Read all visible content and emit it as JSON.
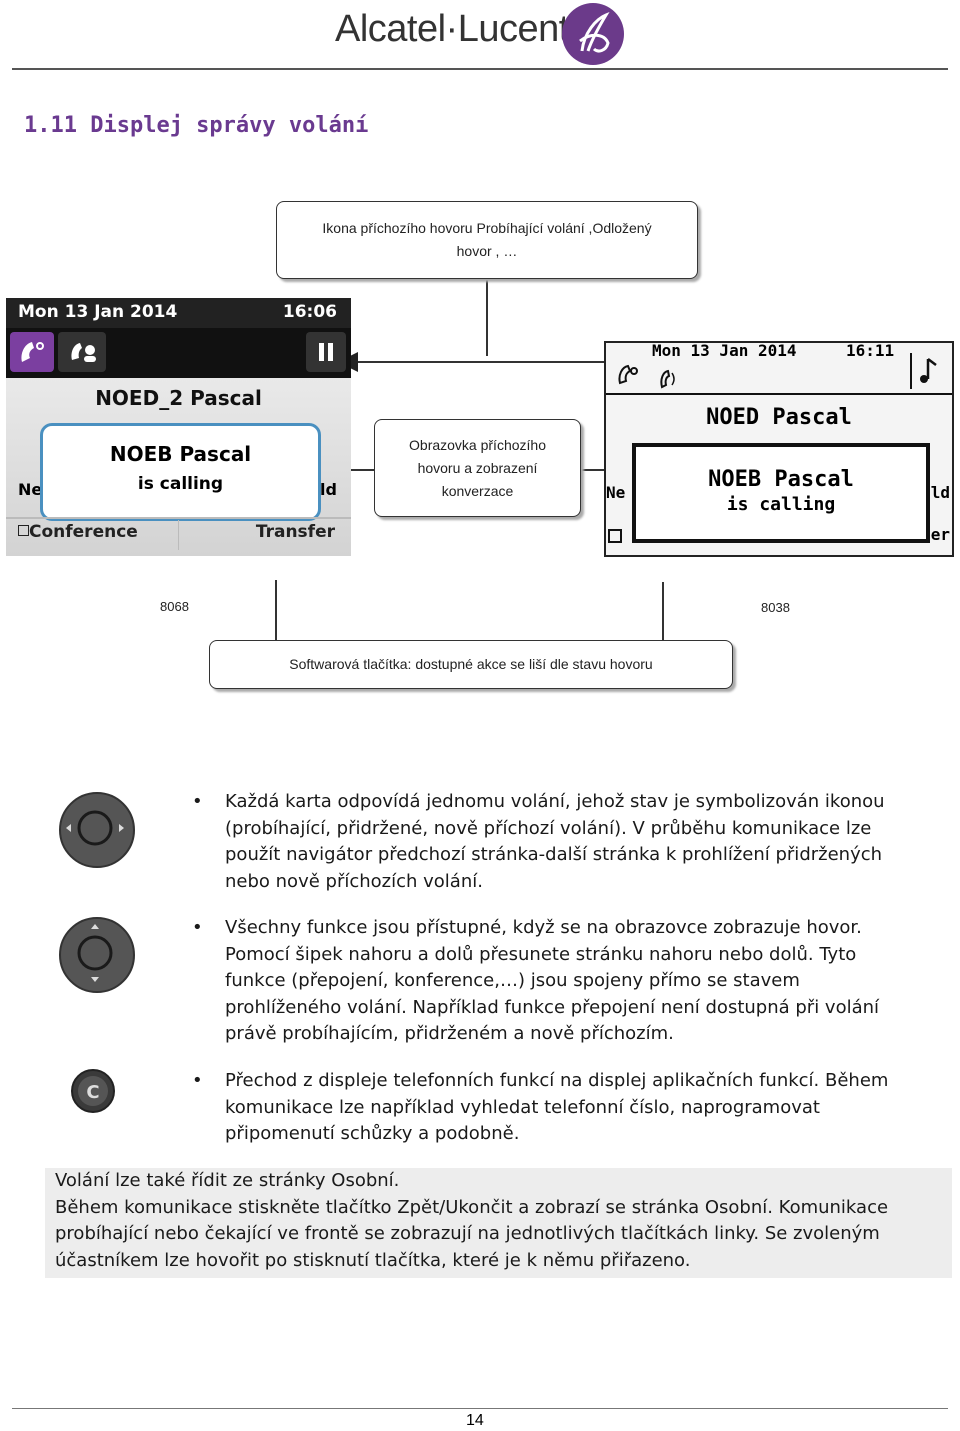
{
  "brand": {
    "name": "Alcatel·Lucent"
  },
  "heading": "1.11 Displej správy volání",
  "callouts": {
    "icon": "Ikona příchozího hovoru Probíhající volání ,Odložený hovor , …",
    "screen": "Obrazovka příchozího hovoru a zobrazení konverzace",
    "softkeys": "Softwarová tlačítka: dostupné akce se liší dle stavu hovoru"
  },
  "model_labels": {
    "left": "8068",
    "right": "8038"
  },
  "screen_8068": {
    "date": "Mon 13 Jan 2014",
    "time": "16:06",
    "title": "NOED_2 Pascal",
    "popup_name": "NOEB Pascal",
    "popup_status": "is calling",
    "edge_left": "Ne",
    "edge_right": "old",
    "softkey_left": "Conference",
    "softkey_right": "Transfer"
  },
  "screen_8038": {
    "date": "Mon 13 Jan 2014",
    "time": "16:11",
    "title": "NOED Pascal",
    "popup_name": "NOEB Pascal",
    "popup_status": "is calling",
    "edge_left": "Ne",
    "edge_right": "ld",
    "softkey_right": "er"
  },
  "bullets": [
    "Každá karta odpovídá jednomu volání, jehož stav je symbolizován ikonou (probíhající, přidržené, nově příchozí volání). V průběhu komunikace lze použít navigátor předchozí stránka-další stránka k prohlížení přidržených nebo nově příchozích volání.",
    "Všechny funkce jsou přístupné, když se na obrazovce zobrazuje hovor. Pomocí šipek nahoru a dolů přesunete stránku nahoru nebo dolů. Tyto funkce (přepojení, konference,…) jsou spojeny přímo se stavem prohlíženého volání. Například funkce přepojení není dostupná při volání právě probíhajícím, přidrženém a nově příchozím.",
    "Přechod z displeje telefonních funkcí na displej aplikačních funkcí. Během komunikace lze například vyhledat telefonní číslo, naprogramovat připomenutí schůzky a podobně."
  ],
  "note": [
    "Volání lze také řídit ze stránky Osobní.",
    "Během komunikace stiskněte tlačítko Zpět/Ukončit a zobrazí se stránka Osobní. Komunikace probíhající nebo čekající ve frontě se zobrazují na jednotlivých tlačítkách linky. Se zvoleným účastníkem lze hovořit po stisknutí tlačítka, které je k němu přiřazeno."
  ],
  "page_number": "14",
  "colors": {
    "brand": "#6b3a8a",
    "heading": "#6a3a90",
    "phone_tab_active": "#7b3fa0",
    "popup_border": "#4a90c0"
  },
  "icons": [
    "logo-icon",
    "incoming-call-icon",
    "conversation-icon",
    "hold-icon",
    "music-icon",
    "navigator-left-right-icon",
    "navigator-up-down-icon",
    "back-c-icon",
    "arrow-icon"
  ]
}
